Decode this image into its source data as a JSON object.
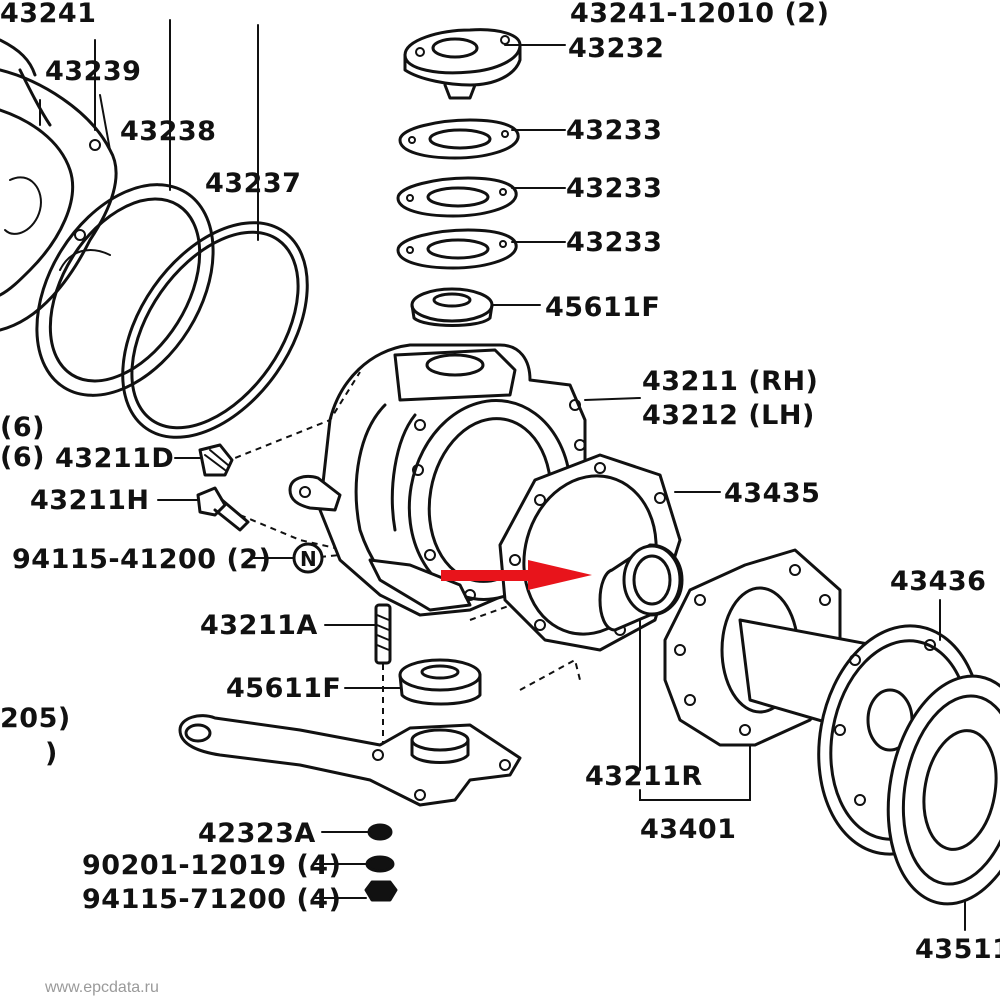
{
  "diagram": {
    "callouts": {
      "p43241": "43241",
      "p43239": "43239",
      "p43238": "43238",
      "p43237": "43237",
      "p43232": "43232",
      "p43233a": "43233",
      "p43233b": "43233",
      "p43233c": "43233",
      "p45611f_top": "45611F",
      "p43211_rh": "43211 (RH)",
      "p43212_lh": "43212 (LH)",
      "p43435": "43435",
      "p43436": "43436",
      "p43211d": "43211D",
      "p43211h": "43211H",
      "p94115_41200": "94115-41200 (2)",
      "p43211a": "43211A",
      "p45611f_bottom": "45611F",
      "p43211r": "43211R",
      "p43401": "43401",
      "p42323a": "42323A",
      "p90201_12019": "90201-12019 (4)",
      "p94115_71200": "94115-71200 (4)",
      "p43511": "43511",
      "left_6a": "(6)",
      "left_6b": "(6)",
      "left_205": "205)",
      "left_paren": ")",
      "top_partial": "43241-12010 (2)",
      "n_symbol": "N"
    },
    "arrow_color": "#e8141b",
    "line_color": "#111111",
    "watermark": "www.epcdata.ru"
  }
}
